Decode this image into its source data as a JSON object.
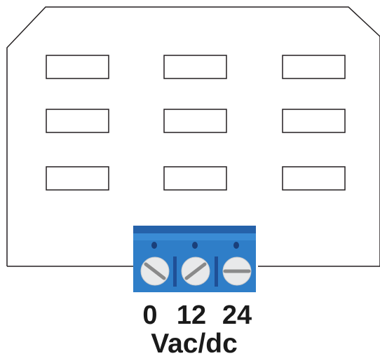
{
  "diagram": {
    "panel_grid": {
      "rows": 3,
      "columns": 3
    },
    "terminal_block": {
      "color": "#2f7ec8",
      "top_color": "#2562aa",
      "screw_color": "#e8e9ea",
      "screw_slot_color": "#8a8a8a",
      "terminals": [
        {
          "label": "0",
          "slot": "diagonal"
        },
        {
          "label": "12",
          "slot": "diagonal"
        },
        {
          "label": "24",
          "slot": "horizontal"
        }
      ]
    },
    "unit_label": "Vac/dc"
  }
}
